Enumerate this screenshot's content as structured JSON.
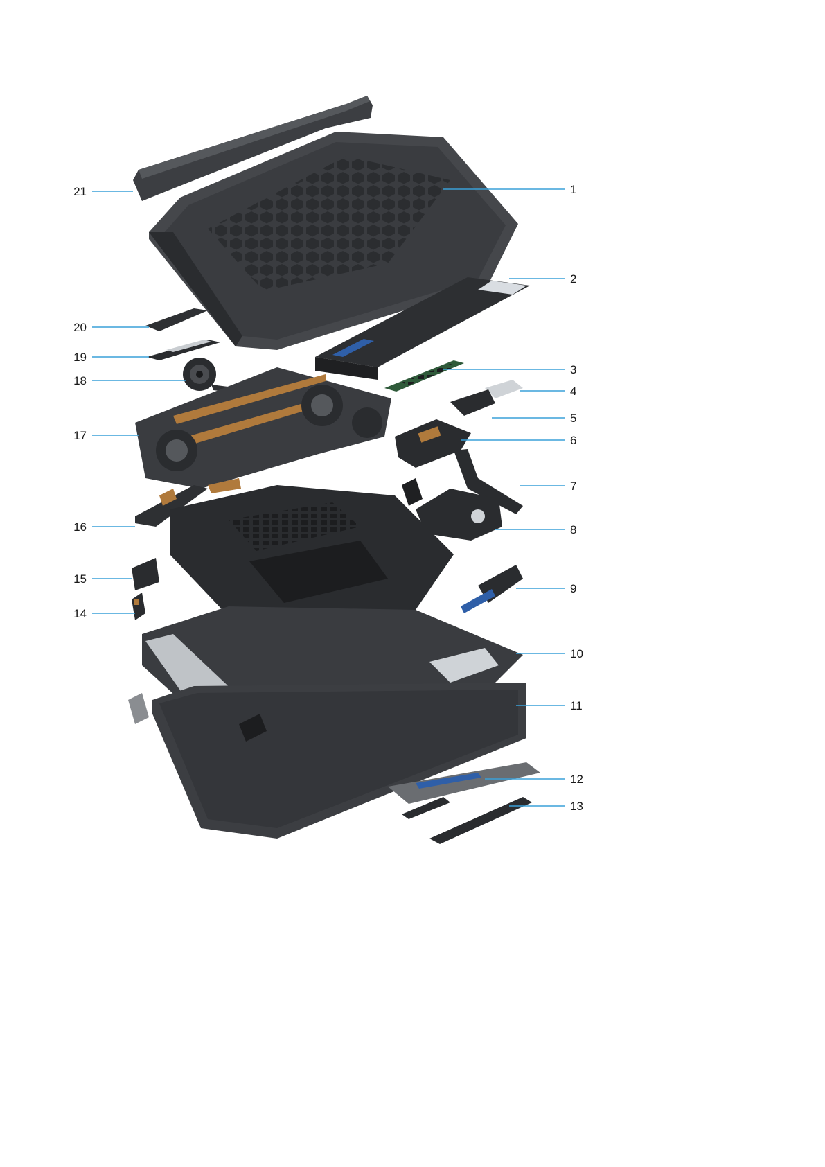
{
  "diagram": {
    "type": "exploded-view",
    "colors": {
      "leader_line": "#3aa0d8",
      "callout_text": "#1a1a1a",
      "chassis_dark": "#3c3e42",
      "chassis_mid": "#55585c",
      "board_dark": "#2a2c2f",
      "copper": "#b07a3c",
      "blue_accent": "#2f5fa8"
    },
    "callouts": [
      {
        "number": "1",
        "side": "right"
      },
      {
        "number": "2",
        "side": "right"
      },
      {
        "number": "3",
        "side": "right"
      },
      {
        "number": "4",
        "side": "right"
      },
      {
        "number": "5",
        "side": "right"
      },
      {
        "number": "6",
        "side": "right"
      },
      {
        "number": "7",
        "side": "right"
      },
      {
        "number": "8",
        "side": "right"
      },
      {
        "number": "9",
        "side": "right"
      },
      {
        "number": "10",
        "side": "right"
      },
      {
        "number": "11",
        "side": "right"
      },
      {
        "number": "12",
        "side": "right"
      },
      {
        "number": "13",
        "side": "right"
      },
      {
        "number": "14",
        "side": "left"
      },
      {
        "number": "15",
        "side": "left"
      },
      {
        "number": "16",
        "side": "left"
      },
      {
        "number": "17",
        "side": "left"
      },
      {
        "number": "18",
        "side": "left"
      },
      {
        "number": "19",
        "side": "left"
      },
      {
        "number": "20",
        "side": "left"
      },
      {
        "number": "21",
        "side": "left"
      }
    ]
  }
}
